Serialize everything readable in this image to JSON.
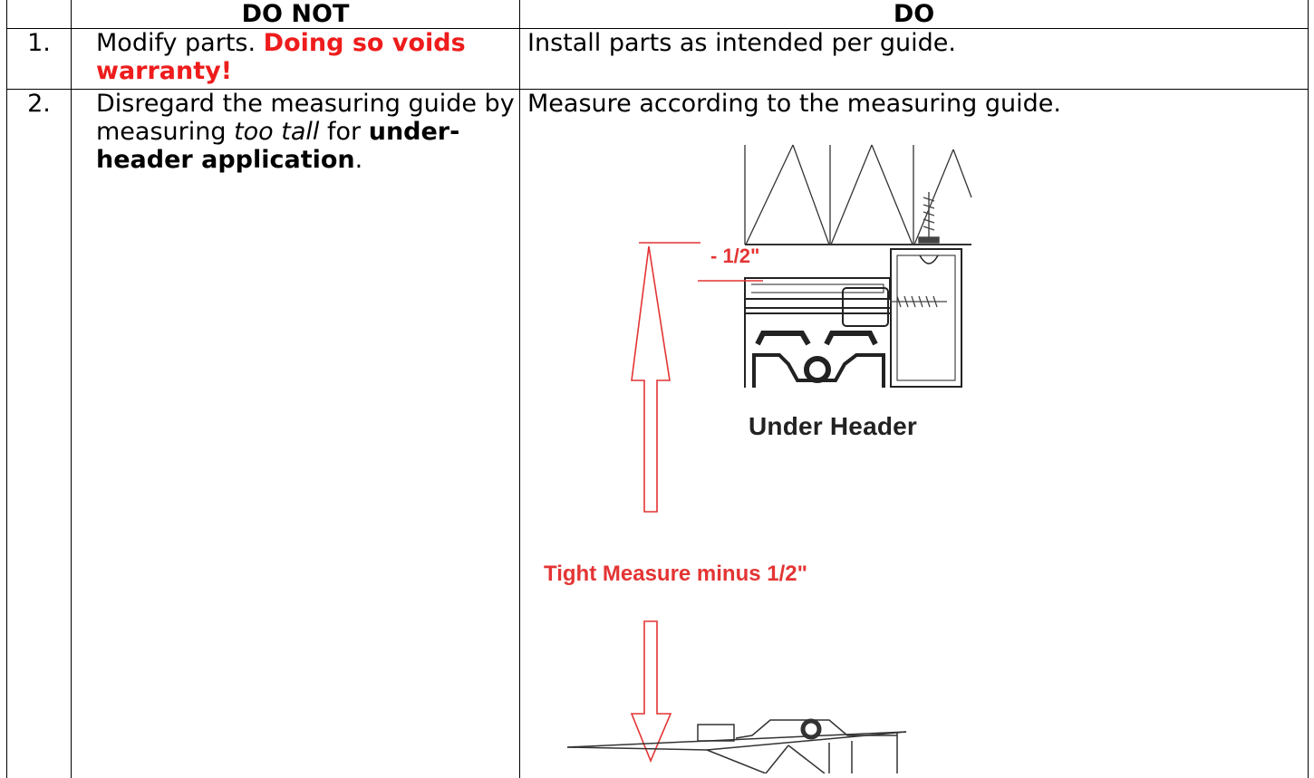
{
  "header": {
    "do_not": "DO NOT",
    "do": "DO"
  },
  "rows": [
    {
      "num": "1.",
      "do_not_plain": "Modify parts. ",
      "do_not_warning": "Doing so voids warranty!",
      "do": "Install parts as intended per guide."
    },
    {
      "num": "2.",
      "do_not_part1": "Disregard the measuring guide by measuring ",
      "do_not_italic": "too tall",
      "do_not_part2": " for ",
      "do_not_bold": "under-header application",
      "do_not_end": ".",
      "do": "Measure according to the measuring guide."
    }
  ],
  "diagram": {
    "label_under_header": "Under Header",
    "label_tight_measure": "Tight Measure minus 1/2\"",
    "label_minus_half": "- 1/2\""
  },
  "colors": {
    "warning_red": "#ee1c1c",
    "diagram_red": "#e43434"
  }
}
